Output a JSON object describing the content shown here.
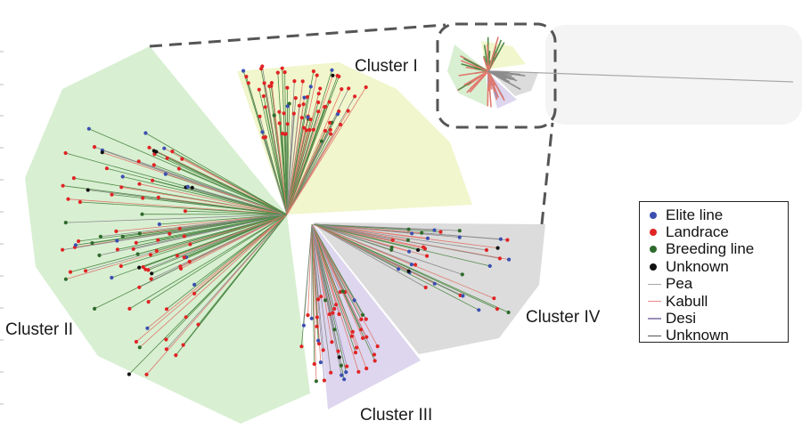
{
  "clusters": {
    "cluster_1": "Cluster I",
    "cluster_2": "Cluster II",
    "cluster_3": "Cluster III",
    "cluster_4": "Cluster IV"
  },
  "legend": {
    "points": [
      {
        "label": "Elite line",
        "color": "#3b4fb0"
      },
      {
        "label": "Landrace",
        "color": "#e02424"
      },
      {
        "label": "Breeding line",
        "color": "#2f6b2c"
      },
      {
        "label": "Unknown",
        "color": "#111111"
      }
    ],
    "branches": [
      {
        "label": "Pea",
        "color": "#a8a8a8"
      },
      {
        "label": "Kabull",
        "color": "#e88a8a"
      },
      {
        "label": "Desi",
        "color": "#9a8fb8"
      },
      {
        "label": "Unknown",
        "color": "#555555"
      }
    ]
  },
  "colors": {
    "cluster_1_fill": "#e9f3dc",
    "cluster_2_fill": "#d8efd2",
    "cluster_3_fill": "#ddd6ee",
    "cluster_4_fill": "#dcdcdc",
    "yellow_fill": "#f1f6cc",
    "green_branch": "#4f8a46",
    "red_branch": "#e07a6e",
    "gray_branch": "#8c8c8c",
    "purple_branch": "#9a8fb8",
    "zoom_box": "#555555"
  }
}
